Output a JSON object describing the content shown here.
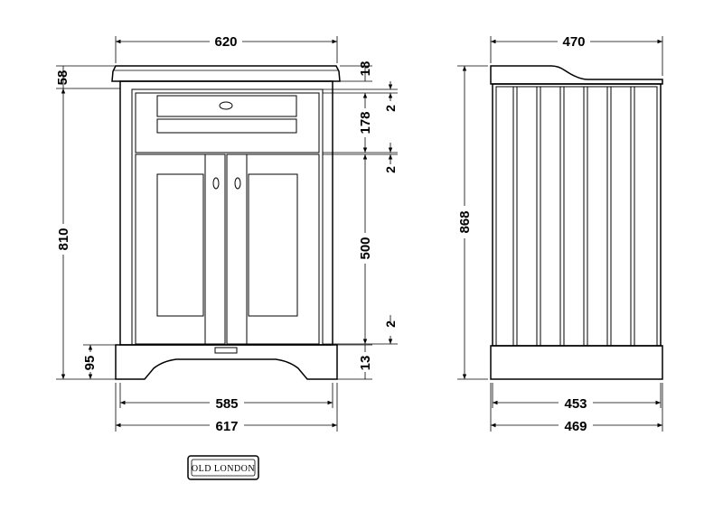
{
  "front": {
    "width_top": "620",
    "top_thickness": "58",
    "right_top": "18",
    "drawer_height": "178",
    "gap_1": "2",
    "gap_2": "2",
    "door_height": "500",
    "gap_3": "2",
    "plinth_gap": "13",
    "height": "810",
    "plinth_height": "95",
    "width_inner": "585",
    "width_base": "617"
  },
  "side": {
    "width_top": "470",
    "height": "868",
    "width_inner": "453",
    "width_base": "469"
  },
  "logo": {
    "text": "OLD LONDON"
  }
}
